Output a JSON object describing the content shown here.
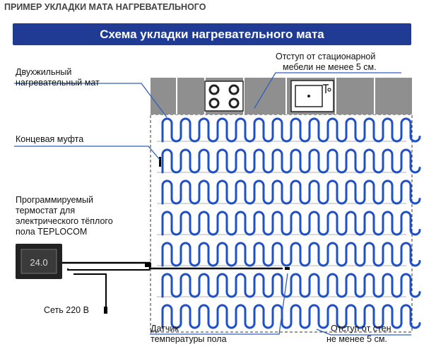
{
  "header": {
    "text": "ПРИМЕР УКЛАДКИ МАТА НАГРЕВАТЕЛЬНОГО"
  },
  "title": "Схема укладки нагревательного мата",
  "labels": {
    "furniture_offset_1": "Отступ от стационарной",
    "furniture_offset_2": "мебели не менее 5 см.",
    "mat_1": "Двухжильный",
    "mat_2": "нагревательный мат",
    "end_coupling": "Концевая муфта",
    "thermostat_1": "Программируемый",
    "thermostat_2": "термостат для",
    "thermostat_3": "электрического тёплого",
    "thermostat_4": "пола TEPLOCOM",
    "mains": "Сеть 220 В",
    "sensor_1": "Датчик",
    "sensor_2": "температуры пола",
    "wall_offset_1": "Отступ от стен",
    "wall_offset_2": "не менее 5 см."
  },
  "thermostat_display": "24.0",
  "colors": {
    "title_bg": "#1f3b94",
    "cable": "#1e50c8",
    "countertop": "#8f8f8f",
    "leader": "#2f5fbf"
  }
}
